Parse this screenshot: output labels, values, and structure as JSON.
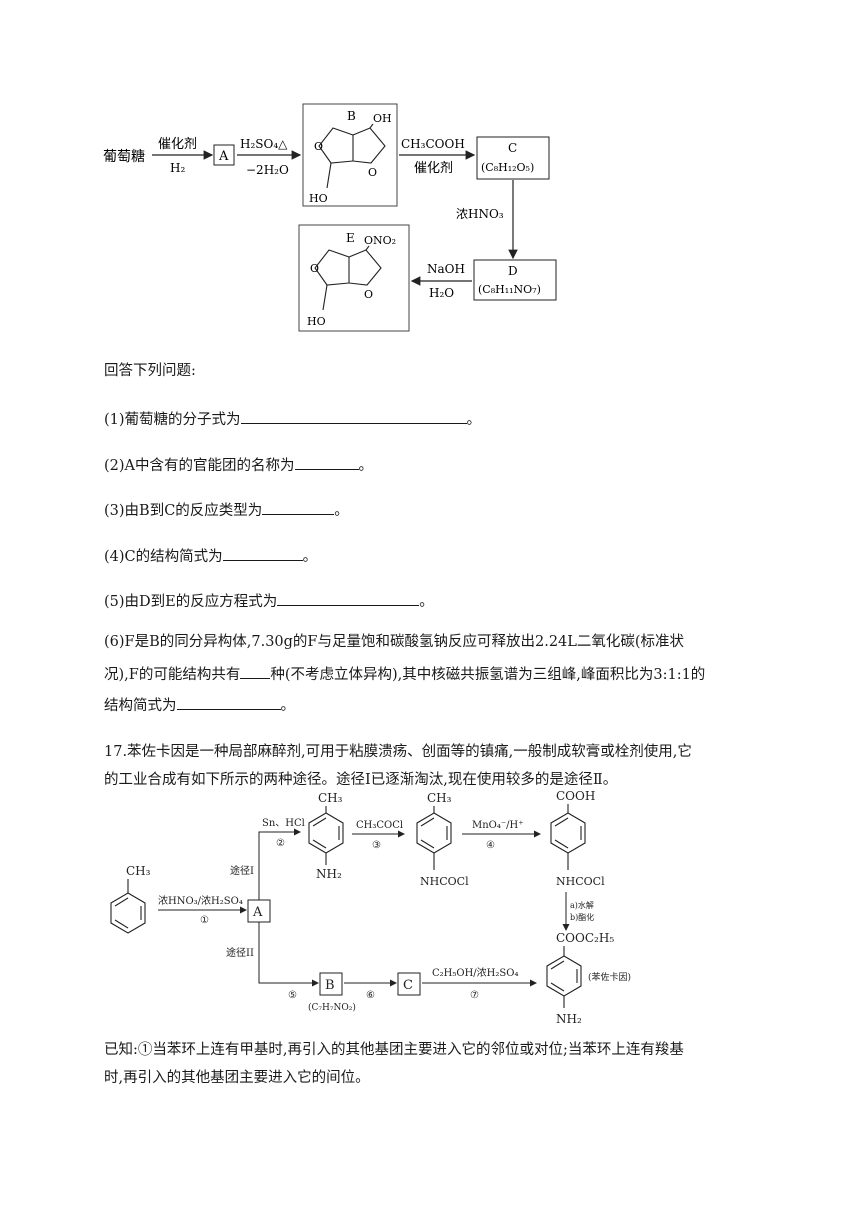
{
  "scheme1": {
    "start": "葡萄糖",
    "step1_top": "催化剂",
    "step1_bottom": "H₂",
    "box_a": "A",
    "step2_top": "H₂SO₄△",
    "step2_bottom": "−2H₂O",
    "b_label": "B",
    "b_oh_top": "OH",
    "b_ho_bottom": "HO",
    "step3_top": "CH₃COOH",
    "step3_bottom": "催化剂",
    "c_label": "C",
    "c_formula": "(C₈H₁₂O₅)",
    "step4": "浓HNO₃",
    "d_label": "D",
    "d_formula": "(C₈H₁₁NO₇)",
    "step5_top": "NaOH",
    "step5_bottom": "H₂O",
    "e_label": "E",
    "e_ono2": "ONO₂",
    "e_ho": "HO"
  },
  "questions": {
    "intro": "回答下列问题:",
    "q1": "(1)葡萄糖的分子式为",
    "q2": "(2)A中含有的官能团的名称为",
    "q3": "(3)由B到C的反应类型为",
    "q4": "(4)C的结构简式为",
    "q5": "(5)由D到E的反应方程式为",
    "q6_line1": "(6)F是B的同分异构体,7.30g的F与足量饱和碳酸氢钠反应可释放出2.24L二氧化碳(标准状",
    "q6_line2a": "况),F的可能结构共有",
    "q6_line2b": "种(不考虑立体异构),其中核磁共振氢谱为三组峰,峰面积比为3:1:1的",
    "q6_line3": "结构简式为",
    "end": "。"
  },
  "q17": {
    "line1": "17.苯佐卡因是一种局部麻醉剂,可用于粘膜溃疡、创面等的镇痛,一般制成软膏或栓剂使用,它",
    "line2": "的工业合成有如下所示的两种途径。途径Ⅰ已逐渐淘汰,现在使用较多的是途径Ⅱ。"
  },
  "scheme2": {
    "toluene_ch3": "CH₃",
    "step1": "浓HNO₃/浓H₂SO₄",
    "step1_num": "①",
    "box_a": "A",
    "route1": "途径I",
    "route2": "途径II",
    "step2": "Sn、HCl",
    "step2_num": "②",
    "m1_ch3": "CH₃",
    "m1_nh2": "NH₂",
    "step3": "CH₃COCl",
    "step3_num": "③",
    "m2_ch3": "CH₃",
    "m2_sub": "NHCOCl",
    "step4": "MnO₄⁻/H⁺",
    "step4_num": "④",
    "m3_cooh": "COOH",
    "m3_sub": "NHCOCl",
    "step_ab1": "a)水解",
    "step_ab2": "b)酯化",
    "box_b": "B",
    "b_formula": "(C₇H₇NO₂)",
    "step5_num": "⑤",
    "step6_num": "⑥",
    "box_c": "C",
    "step7": "C₂H₅OH/浓H₂SO₄",
    "step7_num": "⑦",
    "product_top": "COOC₂H₅",
    "product_name": "(苯佐卡因)",
    "product_nh2": "NH₂"
  },
  "known": {
    "line1": "已知:①当苯环上连有甲基时,再引入的其他基团主要进入它的邻位或对位;当苯环上连有羧基",
    "line2": "时,再引入的其他基团主要进入它的间位。"
  }
}
